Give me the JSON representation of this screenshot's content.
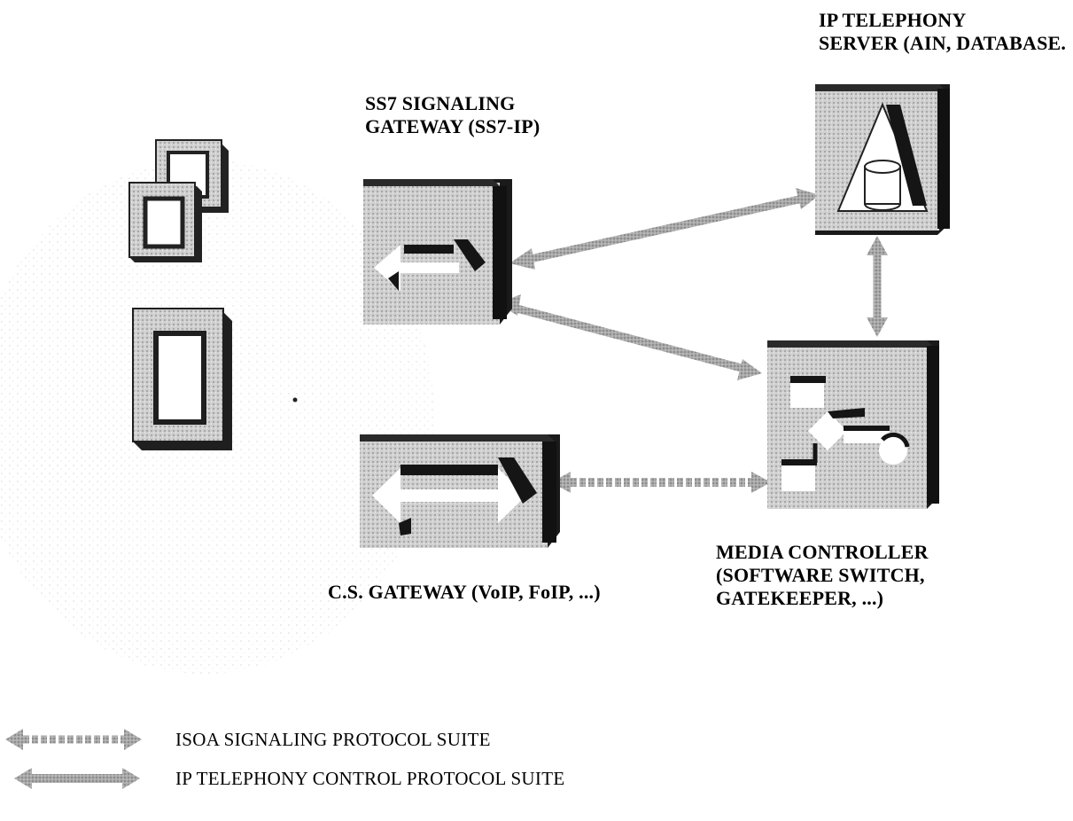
{
  "colors": {
    "box_face": "#bfbfbf",
    "box_dark": "#1a1a1a",
    "arrow_fill": "#9a9a9a",
    "stipple": "#c4c4c4"
  },
  "nodes": {
    "ip_telephony_server": {
      "label_lines": [
        "IP TELEPHONY",
        "SERVER (AIN, DATABASE."
      ],
      "icon": "database-cylinder-icon"
    },
    "ss7_gateway": {
      "label_lines": [
        "SS7 SIGNALING",
        "GATEWAY (SS7-IP)"
      ],
      "icon": "bidirectional-arrow-icon"
    },
    "cs_gateway": {
      "label_lines": [
        "C.S. GATEWAY (VoIP, FoIP, ...)"
      ],
      "icon": "bidirectional-arrow-icon"
    },
    "media_controller": {
      "label_lines": [
        "MEDIA CONTROLLER",
        "(SOFTWARE  SWITCH,",
        "GATEKEEPER, ...)"
      ],
      "icon": "switch-flow-icon"
    },
    "terminal_stack": {
      "icon": "stacked-terminals-icon"
    },
    "terminal_single": {
      "icon": "terminal-icon"
    }
  },
  "legend": {
    "items": [
      {
        "label": "ISOA SIGNALING PROTOCOL SUITE",
        "style": "dashed-arrow"
      },
      {
        "label": "IP TELEPHONY CONTROL PROTOCOL SUITE",
        "style": "solid-arrow"
      }
    ]
  }
}
